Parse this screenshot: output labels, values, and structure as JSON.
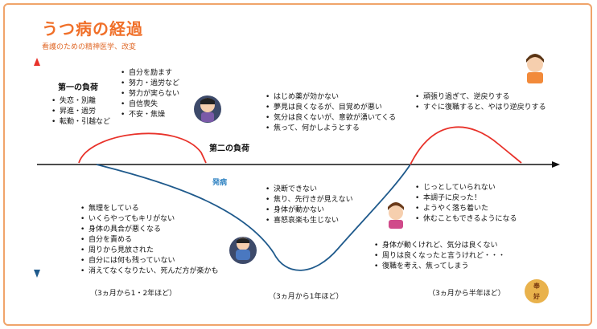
{
  "header": {
    "title": "うつ病の経過",
    "subtitle": "看護のための精神医学、改変"
  },
  "diagram": {
    "first_load_title": "第一の負荷",
    "first_load_items": [
      "失恋・別離",
      "昇進・過労",
      "転勤・引越など"
    ],
    "strain_items": [
      "自分を励ます",
      "努力・過労など",
      "努力が実らない",
      "自信喪失",
      "不安・焦燥"
    ],
    "second_load_title": "第二の負荷",
    "onset_label": "発病",
    "early_items": [
      "無理をしている",
      "いくらやってもキリがない",
      "身体の具合が悪くなる",
      "自分を責める",
      "周りから見放された",
      "自分には何も残っていない",
      "消えてなくなりたい、死んだ方が楽かも"
    ],
    "medication_items": [
      "はじめ薬が効かない",
      "夢見は良くなるが、目覚めが悪い",
      "気分は良くないが、意欲が湧いてくる",
      "焦って、何かしようとする"
    ],
    "bottom_items": [
      "決断できない",
      "焦り、先行きが見えない",
      "身体が動かない",
      "喜怒哀楽も生じない"
    ],
    "recovery_mid_items": [
      "身体が動くけれど、気分は良くない",
      "周りは良くなったと言うけれど・・・",
      "復職を考え、焦ってしまう"
    ],
    "recovery_items": [
      "じっとしていられない",
      "本調子に戻った！",
      "ようやく落ち着いた",
      "休むこともできるようになる"
    ],
    "relapse_items": [
      "頑張り過ぎて、逆戻りする",
      "すぐに復職すると、やはり逆戻りする"
    ],
    "period_labels": [
      "（3ヵ月から1・2年ほど）",
      "（3ヵ月から1年ほど）",
      "（3ヵ月から半年ほど）"
    ],
    "seal_text": "奉\n好"
  },
  "colors": {
    "accent": "#f0702a",
    "positive": "#e8322a",
    "negative": "#1f5a8c",
    "frame": "#f0a46a"
  }
}
